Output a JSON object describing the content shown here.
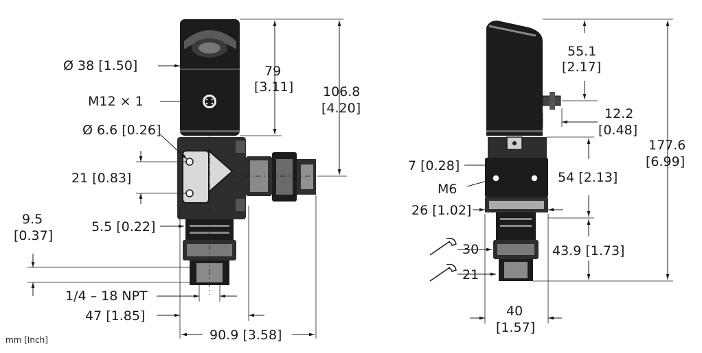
{
  "units_note": "mm [Inch]",
  "front_view": {
    "housing_diameter": "Ø 38 [1.50]",
    "connector_thread": "M12 × 1",
    "hole_diameter": "Ø 6.6 [0.26]",
    "hole_spacing": "21 [0.83]",
    "head_height_mm": "79",
    "head_height_in": "[3.11]",
    "upper_height_mm": "106.8",
    "upper_height_in": "[4.20]",
    "flat_height": "5.5 [0.22]",
    "thread_length_mm": "9.5",
    "thread_length_in": "[0.37]",
    "process_thread": "1/4 – 18 NPT",
    "depth": "47 [1.85]",
    "overall_width": "90.9 [3.58]"
  },
  "side_view": {
    "head_height_mm": "55.1",
    "head_height_in": "[2.17]",
    "connector_offset_mm": "12.2",
    "connector_offset_in": "[0.48]",
    "overall_height_mm": "177.6",
    "overall_height_in": "[6.99]",
    "screw_offset": "7 [0.28]",
    "screw_thread": "M6",
    "block_height": "54 [2.13]",
    "block_depth": "26 [1.02]",
    "wrench_large": "30",
    "wrench_small": "21",
    "bottom_height": "43.9 [1.73]",
    "base_width_mm": "40",
    "base_width_in": "[1.57]"
  }
}
